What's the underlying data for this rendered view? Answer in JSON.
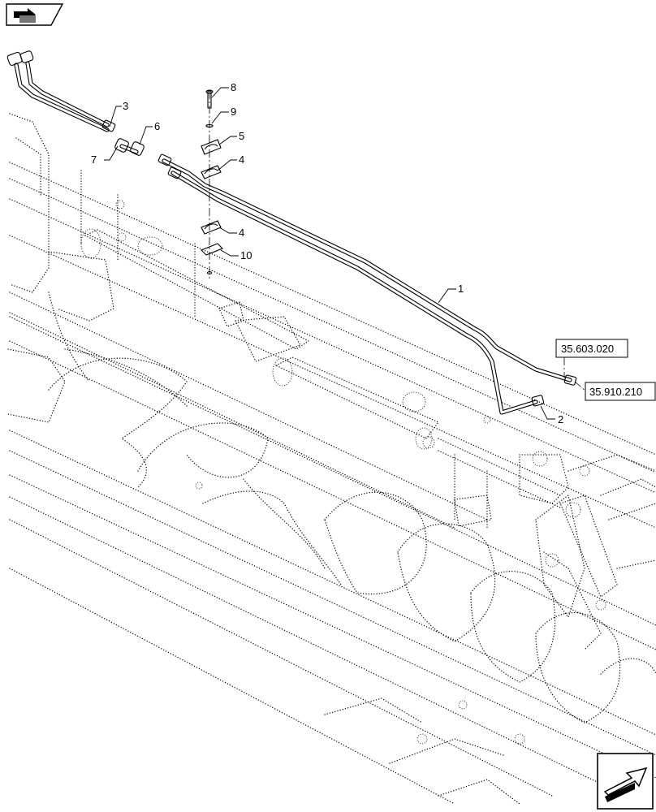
{
  "diagram": {
    "callouts": [
      {
        "id": "c1",
        "label": "1"
      },
      {
        "id": "c2",
        "label": "2"
      },
      {
        "id": "c3",
        "label": "3"
      },
      {
        "id": "c4a",
        "label": "4"
      },
      {
        "id": "c4b",
        "label": "4"
      },
      {
        "id": "c5",
        "label": "5"
      },
      {
        "id": "c6",
        "label": "6"
      },
      {
        "id": "c7",
        "label": "7"
      },
      {
        "id": "c8",
        "label": "8"
      },
      {
        "id": "c9",
        "label": "9"
      },
      {
        "id": "c10",
        "label": "10"
      }
    ],
    "references": [
      {
        "id": "ref-a",
        "label": "35.603.020"
      },
      {
        "id": "ref-b",
        "label": "35.910.210"
      }
    ],
    "icons": {
      "top_left": "navigation-arrow-icon",
      "bottom_right": "orientation-arrow-icon"
    },
    "colors": {
      "line": "#000000",
      "background": "#ffffff"
    }
  }
}
